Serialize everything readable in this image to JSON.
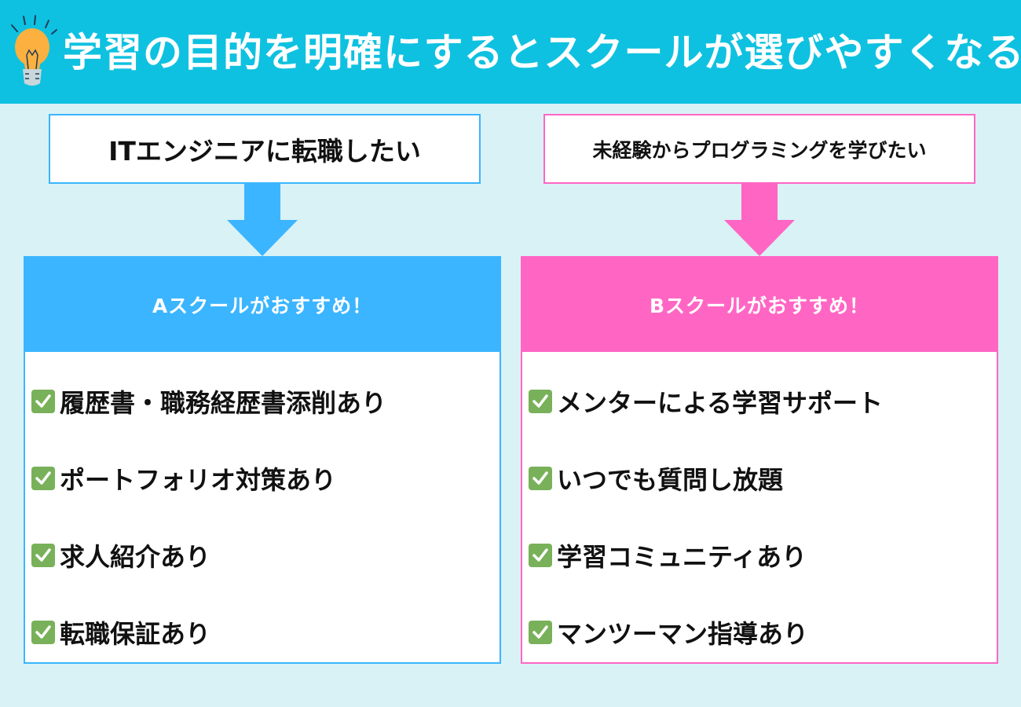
{
  "header": {
    "title": "学習の目的を明確にするとスクールが選びやすくなる",
    "icon": "lightbulb-icon",
    "background_color": "#0fc1e0"
  },
  "colors": {
    "page_background": "#d9f2f5",
    "school_a_accent": "#3bb5ff",
    "school_b_accent": "#ff66c4",
    "check_green": "#78b159"
  },
  "columns": [
    {
      "goal": "ITエンジニアに転職したい",
      "recommendation": "Aスクールがおすすめ！",
      "features": [
        "履歴書・職務経歴書添削あり",
        "ポートフォリオ対策あり",
        "求人紹介あり",
        "転職保証あり"
      ]
    },
    {
      "goal": "未経験からプログラミングを学びたい",
      "recommendation": "Bスクールがおすすめ！",
      "features": [
        "メンターによる学習サポート",
        "いつでも質問し放題",
        "学習コミュニティあり",
        "マンツーマン指導あり"
      ]
    }
  ]
}
